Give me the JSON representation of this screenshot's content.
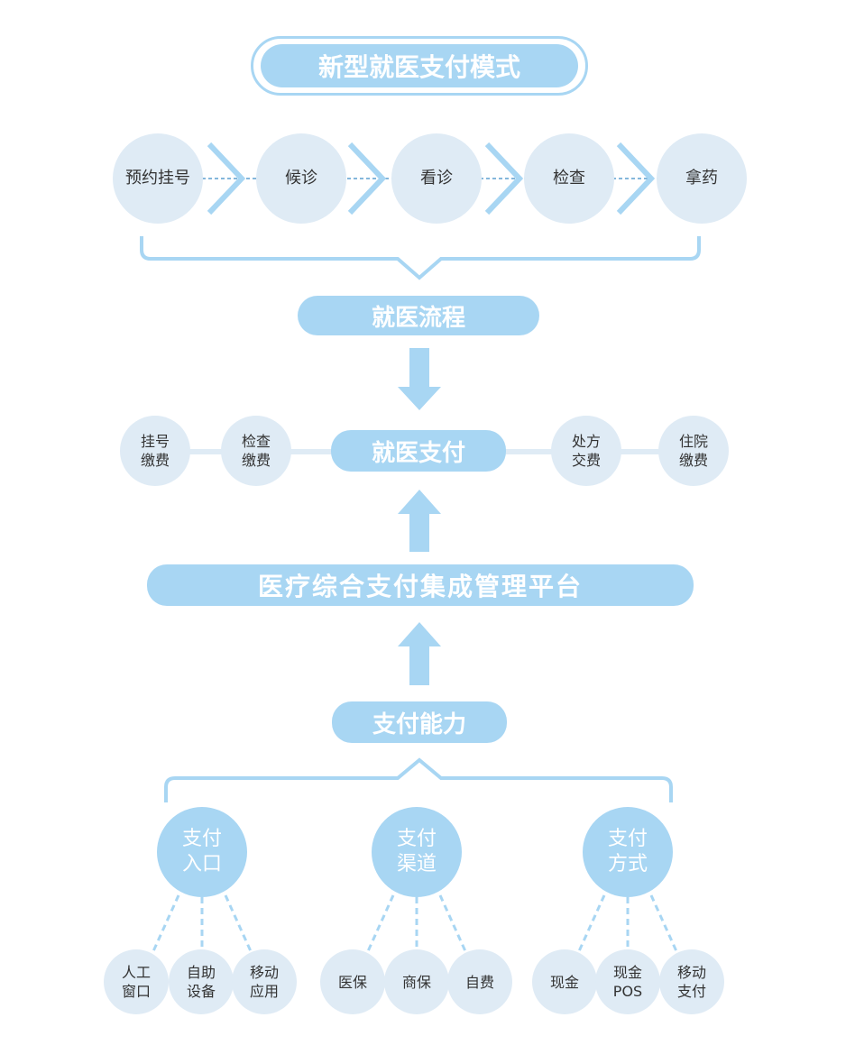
{
  "title": "新型就医支付模式",
  "process_steps": [
    "预约挂号",
    "候诊",
    "看诊",
    "检查",
    "拿药"
  ],
  "process_label": "就医流程",
  "payment_label": "就医支付",
  "payment_items": {
    "left": [
      [
        "挂号",
        "缴费"
      ],
      [
        "检查",
        "缴费"
      ]
    ],
    "right": [
      [
        "处方",
        "交费"
      ],
      [
        "住院",
        "缴费"
      ]
    ]
  },
  "platform_label": "医疗综合支付集成管理平台",
  "capability_label": "支付能力",
  "capability_groups": [
    {
      "title": [
        "支付",
        "入口"
      ],
      "children": [
        [
          "人工",
          "窗口"
        ],
        [
          "自助",
          "设备"
        ],
        [
          "移动",
          "应用"
        ]
      ]
    },
    {
      "title": [
        "支付",
        "渠道"
      ],
      "children": [
        [
          "医保"
        ],
        [
          "商保"
        ],
        [
          "自费"
        ]
      ]
    },
    {
      "title": [
        "支付",
        "方式"
      ],
      "children": [
        [
          "现金"
        ],
        [
          "现金",
          "POS"
        ],
        [
          "移动",
          "支付"
        ]
      ]
    }
  ],
  "colors": {
    "accent": "#a8d6f3",
    "light_circle": "#dfebf5",
    "text": "#333333"
  }
}
